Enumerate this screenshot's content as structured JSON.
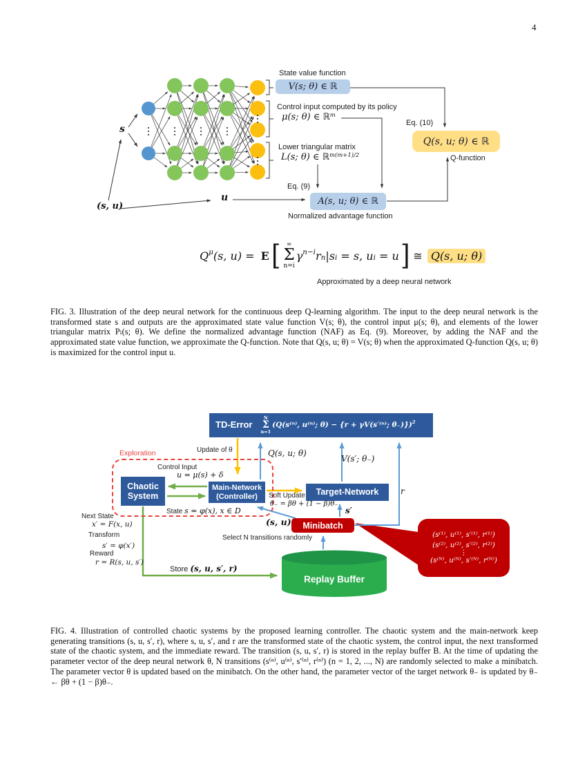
{
  "page": {
    "number": "4"
  },
  "colors": {
    "node_blue": "#5596ce",
    "node_green": "#84c55c",
    "node_yellow": "#fcbf10",
    "box_lightblue": "#b7cfe9",
    "box_yellow": "#ffdf86",
    "box_darkblue": "#2e5a9c",
    "box_red": "#c00000",
    "cylinder_green": "#2bad4e",
    "arrow_blue": "#5b9bd5",
    "arrow_green": "#70ad47",
    "arrow_orange": "#ffc000",
    "dashed_red": "#e8433c"
  },
  "fig3": {
    "labels": {
      "state_value": "State value function",
      "v_box": "V(s; θ) ∈ ℝ",
      "control_input": "Control input computed by its policy",
      "mu_base": "μ(s; θ) ∈ ℝ",
      "mu_sup": "m",
      "lower_tri": "Lower triangular matrix",
      "l_base": "L(s; θ) ∈ ℝ",
      "l_sup": "m(m+1)/2",
      "eq9": "Eq. (9)",
      "eq10": "Eq. (10)",
      "a_box": "A(s, u; θ) ∈ ℝ",
      "naf": "Normalized advantage function",
      "q_box": "Q(s, u; θ) ∈ ℝ",
      "q_function": "Q-function",
      "s": "s",
      "su": "(s, u)",
      "u": "u"
    },
    "equation": {
      "q": "Q",
      "mu_sup": "μ",
      "lhs": "(s, u) = ",
      "expect": "E",
      "lbracket": "[",
      "sum_top": "∞",
      "sum_sig": "Σ",
      "sum_bot": "n=i",
      "gamma": "γ",
      "gamma_sup": "n−i",
      "r": "r",
      "r_sub": "n",
      "bar": "|",
      "s": "s",
      "s_sub": "i",
      "eq_s": " = s, u",
      "u_sub": "i",
      "eq_u": " = u",
      "rbracket": "]",
      "approx": "≅",
      "q_theta": "Q(s, u; θ)"
    },
    "approx_label": "Approximated by a deep neural network",
    "caption": "FIG. 3.  Illustration of the deep neural network for the continuous deep Q-learning algorithm.  The input to the deep neural network is the transformed state s and outputs are the approximated state value function V(s; θ), the control input μ(s; θ), and elements of the lower triangular matrix Pₗ(s; θ). We define the normalized advantage function (NAF) as Eq. (9). Moreover, by adding the NAF and the approximated state value function, we approximate the Q-function.  Note that Q(s, u; θ) = V(s; θ) when the approximated Q-function Q(s, u; θ) is maximized for the control input u."
  },
  "fig4": {
    "td_error": {
      "title": "TD-Error",
      "sum_top": "N",
      "sum_sig": "Σ",
      "sum_bot": "n=1",
      "body": "(Q(s⁽ⁿ⁾, u⁽ⁿ⁾; θ) − {r + γV(s′⁽ⁿ⁾; θ₋)})",
      "sup": "2"
    },
    "labels": {
      "update_theta": "Update of θ",
      "q_su_theta": "Q(s, u; θ)",
      "v_sp": "V(s′; θ₋)",
      "r": "r",
      "exploration": "Exploration",
      "control_input": "Control Input",
      "control_eq": "u = μ(s) + δ",
      "state_prefix": "State ",
      "state_eq": "s = φ(x),  x ∈ D",
      "soft_update": "Soft Update",
      "soft_eq": "θ₋ = βθ + (1 − β)θ₋",
      "sp": "s′",
      "su": "(s, u)",
      "select": "Select N transitions randomly",
      "next_state": "Next State",
      "next_eq": "x′ = F(x, u)",
      "transform": "Transform",
      "transform_eq": "s′ = φ(x′)",
      "reward": "Reward",
      "reward_eq": "r = R(s, u, s′)",
      "store_prefix": "Store ",
      "store_eq": "(s, u, s′, r)"
    },
    "boxes": {
      "chaotic_1": "Chaotic",
      "chaotic_2": "System",
      "main_1": "Main-Network",
      "main_2": "(Controller)",
      "target": "Target-Network",
      "minibatch": "Minibatch",
      "replay": "Replay Buffer"
    },
    "bubble": {
      "line1": "(s⁽¹⁾, u⁽¹⁾, s′⁽¹⁾, r⁽¹⁾)",
      "line2": "(s⁽²⁾, u⁽²⁾, s′⁽²⁾, r⁽²⁾)",
      "dots": "⋮",
      "lineN": "(s⁽ᴺ⁾, u⁽ᴺ⁾, s′⁽ᴺ⁾, r⁽ᴺ⁾)"
    },
    "caption": "FIG. 4. Illustration of controlled chaotic systems by the proposed learning controller.  The chaotic system and the main-network keep generating transitions (s, u, s′, r), where s, u, s′, and r are the transformed state of the chaotic system, the control input, the next transformed state of the chaotic system, and the immediate reward.  The transition (s, u, s′, r) is stored in the replay buffer B.  At the time of updating the parameter vector of the deep neural network θ, N transitions (s⁽ⁿ⁾, u⁽ⁿ⁾, s′⁽ⁿ⁾, r⁽ⁿ⁾) (n = 1, 2, ..., N) are randomly selected to make a minibatch. The parameter vector θ is updated based on the minibatch.  On the other hand, the parameter vector of the target network θ₋ is updated by θ₋ ← βθ + (1 − β)θ₋."
  }
}
